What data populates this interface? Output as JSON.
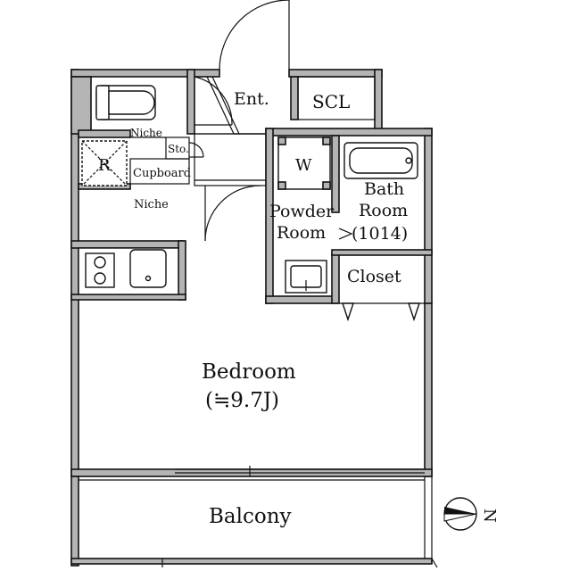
{
  "floor_plan": {
    "rooms": {
      "entrance": "Ent.",
      "shoe_closet": "SCL",
      "niche_top": "Niche",
      "storage": "Sto.",
      "refrigerator": "R",
      "cupboard": "Cupboard",
      "niche_bottom": "Niche",
      "washer": "W",
      "powder_room_line1": "Powder",
      "powder_room_line2": "Room",
      "bath_room_line1": "Bath",
      "bath_room_line2": "Room",
      "bath_size": "(1014)",
      "closet": "Closet",
      "bedroom": "Bedroom",
      "bedroom_area": "(≒9.7J)",
      "balcony": "Balcony"
    },
    "compass": {
      "north_label": "N",
      "icon": "north-arrow-icon"
    }
  }
}
